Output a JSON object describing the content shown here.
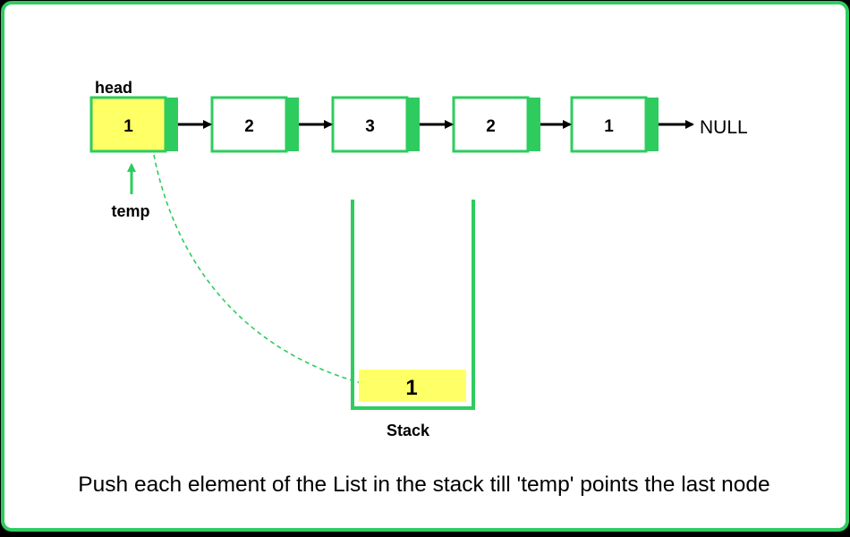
{
  "colors": {
    "border": "#2ecc5e",
    "node_fill": "#ffffff",
    "highlight_fill": "#ffff66",
    "arrow": "#000000",
    "pointer": "#2ecc5e",
    "background_outer": "#000000",
    "background_inner": "#ffffff"
  },
  "list": {
    "head_label": "head",
    "null_label": "NULL",
    "nodes": [
      {
        "value": "1",
        "highlighted": true
      },
      {
        "value": "2",
        "highlighted": false
      },
      {
        "value": "3",
        "highlighted": false
      },
      {
        "value": "2",
        "highlighted": false
      },
      {
        "value": "1",
        "highlighted": false
      }
    ]
  },
  "pointer": {
    "label": "temp"
  },
  "stack": {
    "label": "Stack",
    "items": [
      "1"
    ]
  },
  "caption": "Push each element of the List in the stack till 'temp' points the last node"
}
